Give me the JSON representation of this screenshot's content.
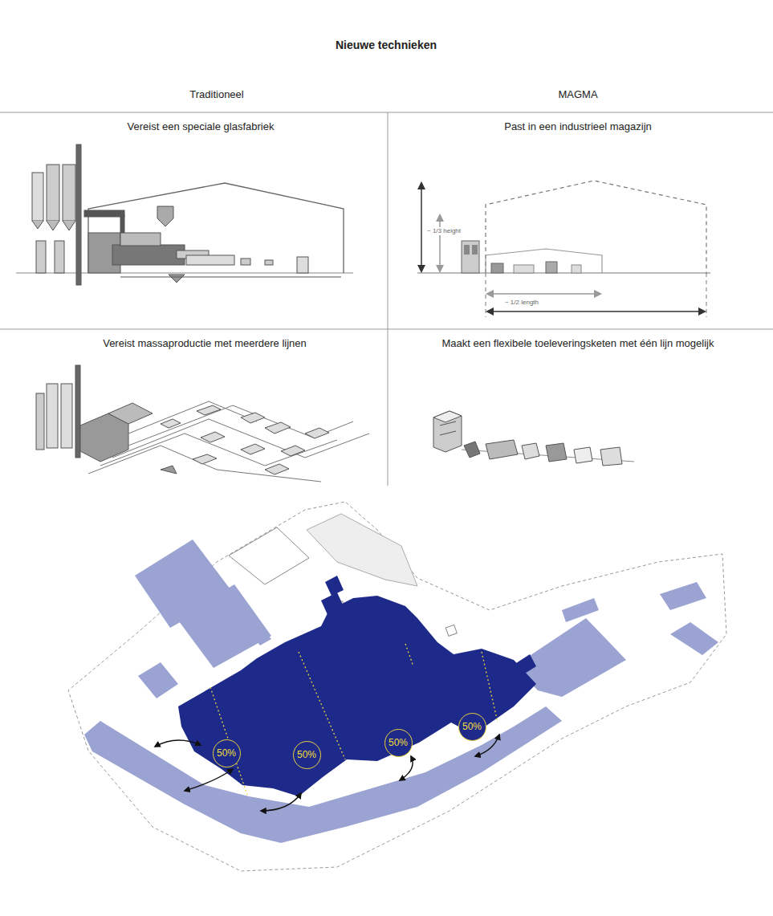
{
  "diagram": {
    "title": "Nieuwe technieken",
    "nodes": [
      {
        "text": [
          "50%"
        ]
      },
      {
        "text": [
          "50%"
        ]
      },
      {
        "text": [
          "50%"
        ]
      },
      {
        "text": [
          "50%"
        ]
      }
    ],
    "labels": [
      "Traditioneel",
      "MAGMA",
      "Vereist een speciale glasfabriek",
      "Past in een industrieel magazijn",
      "~ 1/3 height",
      "~ 1/2 length",
      "Vereist massaproductie met meerdere lijnen",
      "Maakt een flexibele toeleveringsketen met één lijn mogelijk"
    ]
  }
}
